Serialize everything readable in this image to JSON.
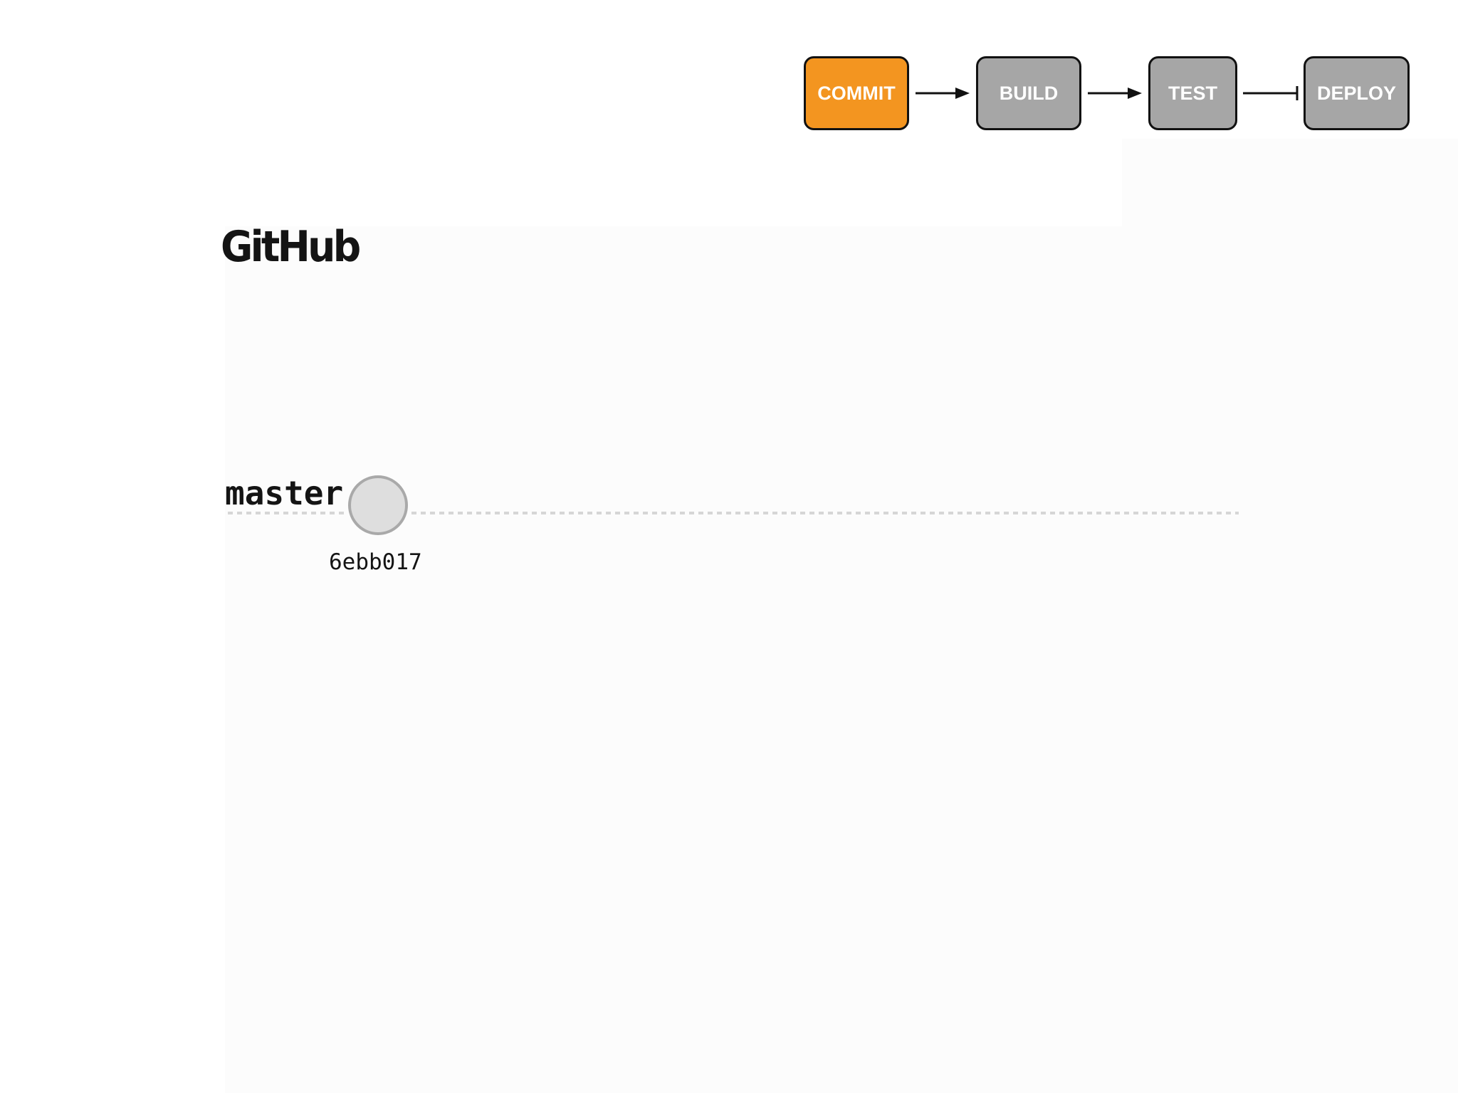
{
  "pipeline": {
    "stages": [
      {
        "label": "COMMIT",
        "state": "active",
        "color": "#f39520"
      },
      {
        "label": "BUILD",
        "state": "inactive",
        "color": "#a6a6a6"
      },
      {
        "label": "TEST",
        "state": "inactive",
        "color": "#a6a6a6"
      },
      {
        "label": "DEPLOY",
        "state": "inactive",
        "color": "#a6a6a6"
      }
    ],
    "connectors": [
      "arrow",
      "arrow",
      "gate"
    ]
  },
  "repo": {
    "logo_text": "GitHub"
  },
  "branch": {
    "name": "master",
    "commits": [
      {
        "hash": "6ebb017"
      }
    ]
  },
  "colors": {
    "commit_node_fill": "#dedede",
    "commit_node_stroke": "#a9a9a9",
    "branch_line": "#d6d6d6"
  }
}
